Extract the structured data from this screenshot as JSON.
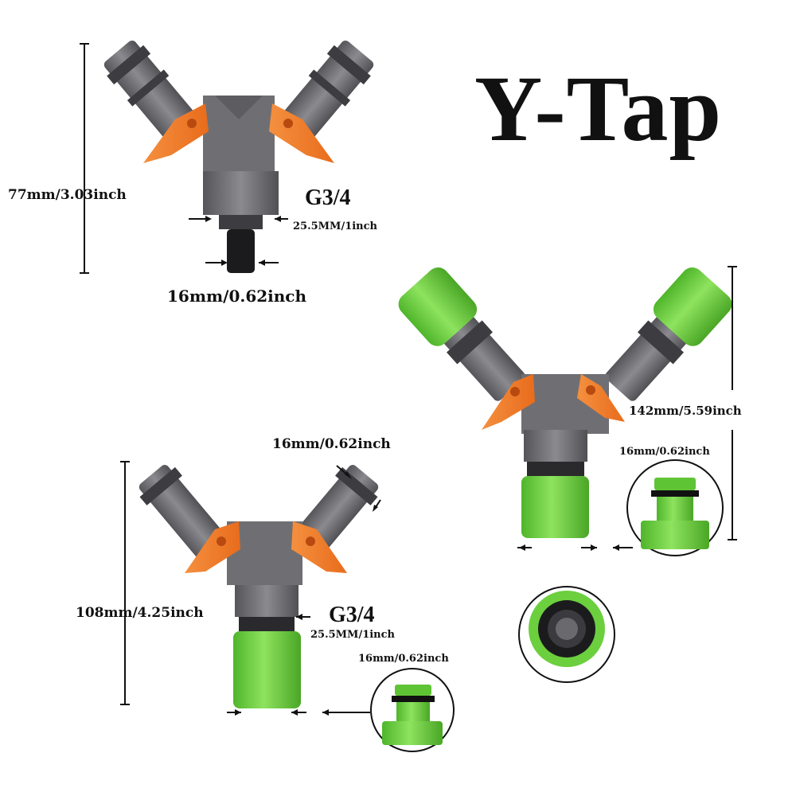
{
  "title": "Y-Tap",
  "product1": {
    "height_label": "77mm/3.03inch",
    "thread_label": "G3/4",
    "thread_size": "25.5MM/1inch",
    "nozzle_label": "16mm/0.62inch"
  },
  "product2": {
    "height_label": "142mm/5.59inch",
    "detail_label": "16mm/0.62inch"
  },
  "product3": {
    "top_label": "16mm/0.62inch",
    "height_label": "108mm/4.25inch",
    "thread_label": "G3/4",
    "thread_size": "25.5MM/1inch",
    "detail_label": "16mm/0.62inch"
  },
  "colors": {
    "body_gray": "#6f6f73",
    "dark_gray": "#4a4a4e",
    "orange": "#f27d2e",
    "green": "#6ccf3e",
    "black": "#111111"
  },
  "icons": [
    "y-connector-image",
    "quick-connector-image",
    "dimension-arrow-icon"
  ]
}
